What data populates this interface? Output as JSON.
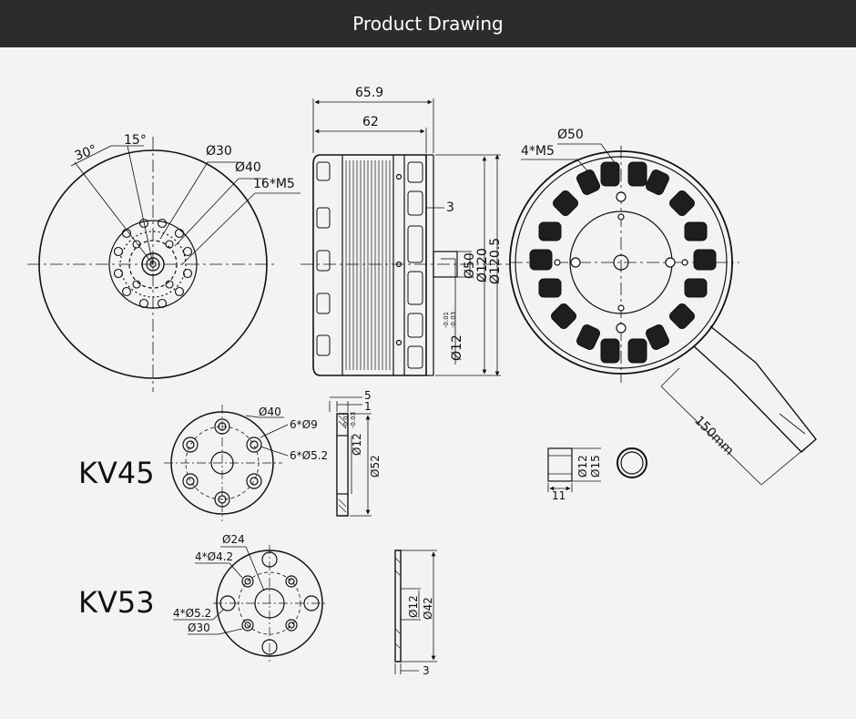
{
  "header": {
    "title": "Product Drawing"
  },
  "drawing": {
    "front": {
      "angle_a": "30°",
      "angle_b": "15°",
      "d1": "Ø30",
      "d2": "Ø40",
      "holes": "16*M5"
    },
    "side": {
      "len_total": "65.9",
      "len_body": "62",
      "step": "3",
      "shaft": "Ø12",
      "tol_up": "-0.01",
      "tol_low": "-0.03",
      "d50": "Ø50",
      "d120": "Ø120",
      "d1205": "Ø120.5"
    },
    "rear": {
      "d50": "Ø50",
      "holes": "4*M5",
      "cable": "150mm"
    },
    "kv45": {
      "model": "KV45",
      "d40": "Ø40",
      "h9": "6*Ø9",
      "h52": "6*Ø5.2",
      "t5": "5",
      "t1": "1",
      "shaft": "Ø12",
      "tol_up": "-0.01",
      "tol_low": "-0.03",
      "d52": "Ø52"
    },
    "sleeve": {
      "d12": "Ø12",
      "d15": "Ø15",
      "len": "11"
    },
    "kv53": {
      "model": "KV53",
      "d24": "Ø24",
      "h42": "4*Ø4.2",
      "h52": "4*Ø5.2",
      "d30": "Ø30",
      "d12": "Ø12",
      "d42": "Ø42",
      "t3": "3"
    }
  }
}
